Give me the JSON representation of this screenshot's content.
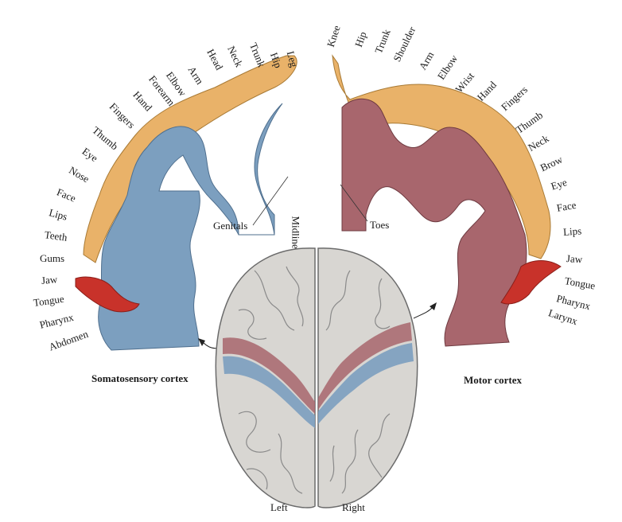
{
  "colors": {
    "somatosensory": "#7c9fbf",
    "motor": "#a8666d",
    "body_map": "#e9b269",
    "tongue": "#c8322a",
    "brain": "#d8d6d2",
    "brain_outline": "#6b6b6b"
  },
  "sensory_labels": [
    "Leg",
    "Hip",
    "Trunk",
    "Neck",
    "Head",
    "Arm",
    "Elbow",
    "Forearm",
    "Hand",
    "Fingers",
    "Thumb",
    "Eye",
    "Nose",
    "Face",
    "Lips",
    "Teeth",
    "Gums",
    "Jaw",
    "Tongue",
    "Pharynx",
    "Abdomen"
  ],
  "motor_labels": [
    "Knee",
    "Hip",
    "Trunk",
    "Shoulder",
    "Arm",
    "Elbow",
    "Wrist",
    "Hand",
    "Fingers",
    "Thumb",
    "Neck",
    "Brow",
    "Eye",
    "Face",
    "Lips",
    "Jaw",
    "Tongue",
    "Pharynx",
    "Larynx"
  ],
  "callouts": {
    "genitals": "Genitals",
    "midline": "Midline",
    "toes": "Toes"
  },
  "captions": {
    "sensory": "Somatosensory cortex",
    "motor": "Motor cortex"
  },
  "hemispheres": {
    "left": "Left",
    "right": "Right"
  }
}
